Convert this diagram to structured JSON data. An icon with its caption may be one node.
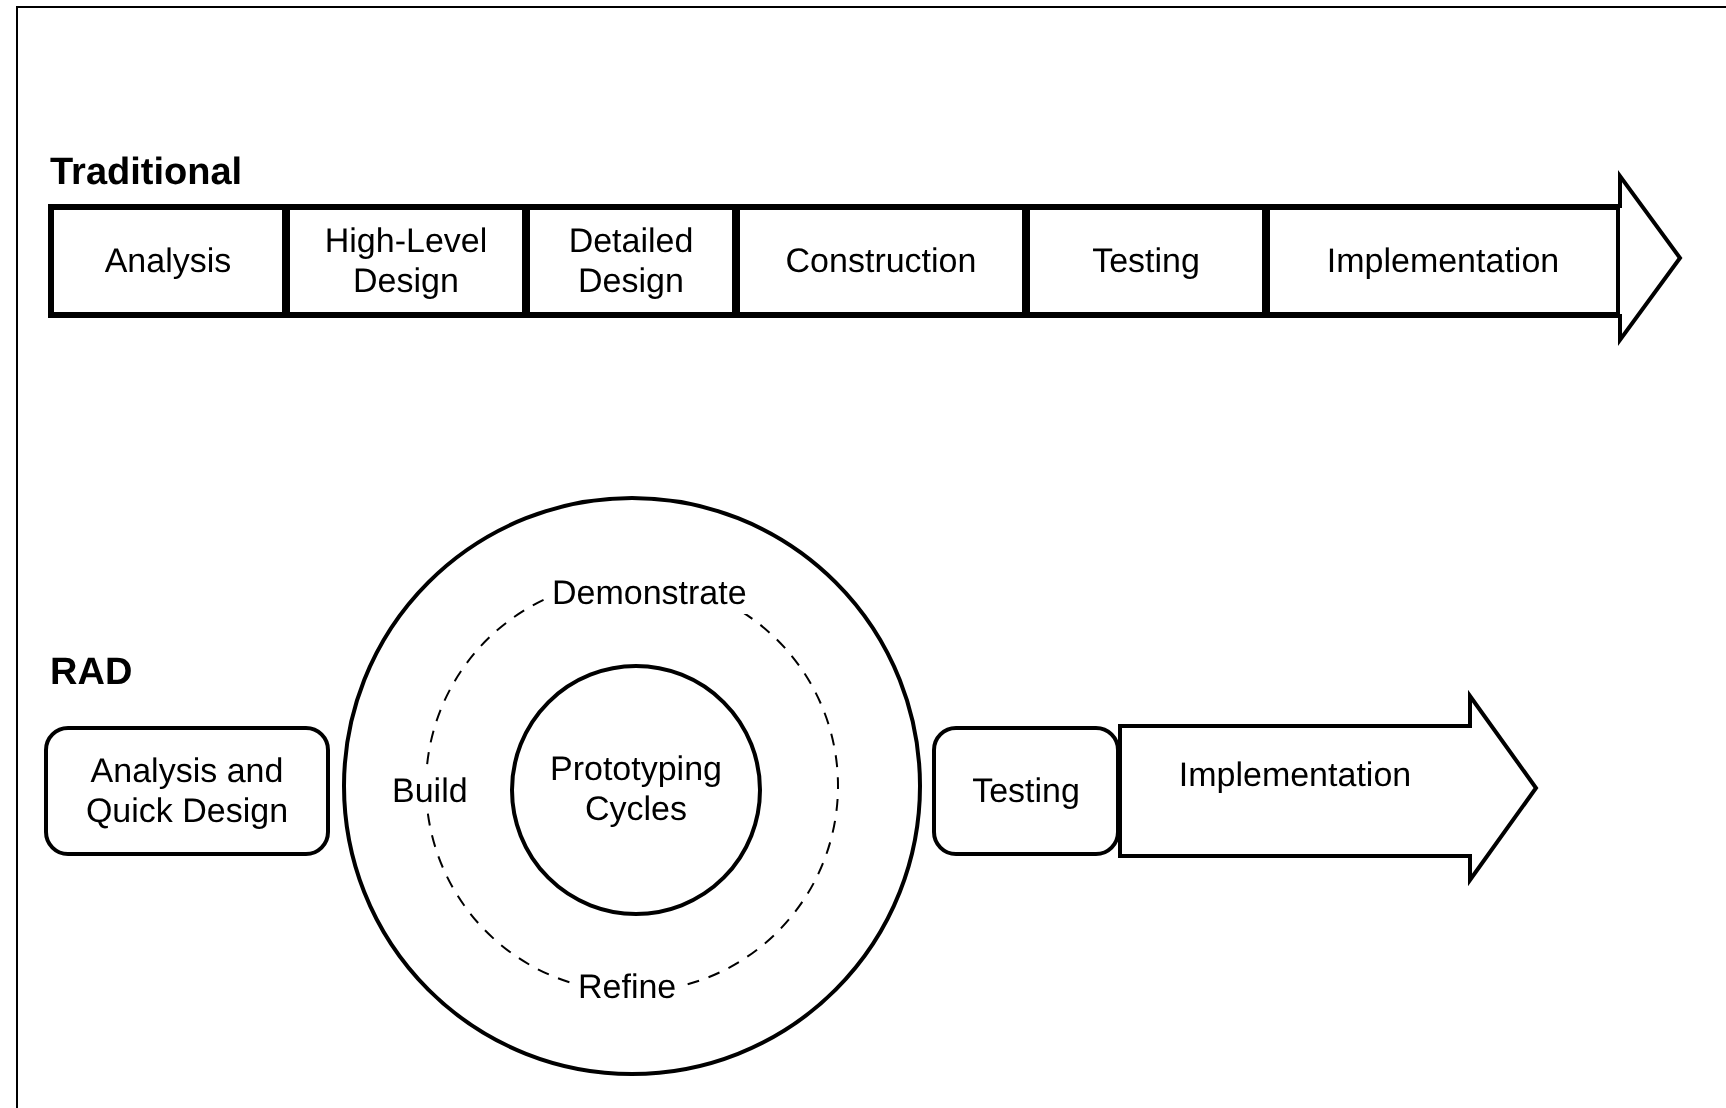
{
  "diagram": {
    "nodes": [
      {
        "text": [
          "Traditional"
        ]
      },
      {
        "text": [
          "Analysis"
        ],
        "in": 0
      },
      {
        "text": [
          "High-Level Design"
        ],
        "in": 0
      },
      {
        "text": [
          "Detailed Design"
        ],
        "in": 0
      },
      {
        "text": [
          "Construction"
        ],
        "in": 0
      },
      {
        "text": [
          "Testing"
        ],
        "in": 0
      },
      {
        "text": [
          "Implementation"
        ],
        "in": 0
      },
      {
        "text": [
          "Analysis and Quick Design"
        ]
      },
      {
        "text": [
          "Demonstrate",
          "Build",
          "Refine"
        ]
      },
      {
        "text": [
          "Prototyping Cycles"
        ],
        "in": 8
      },
      {
        "text": [
          "Testing"
        ]
      },
      {
        "text": [
          "Implementation"
        ]
      }
    ],
    "edges": [],
    "labels": [
      "RAD"
    ]
  }
}
